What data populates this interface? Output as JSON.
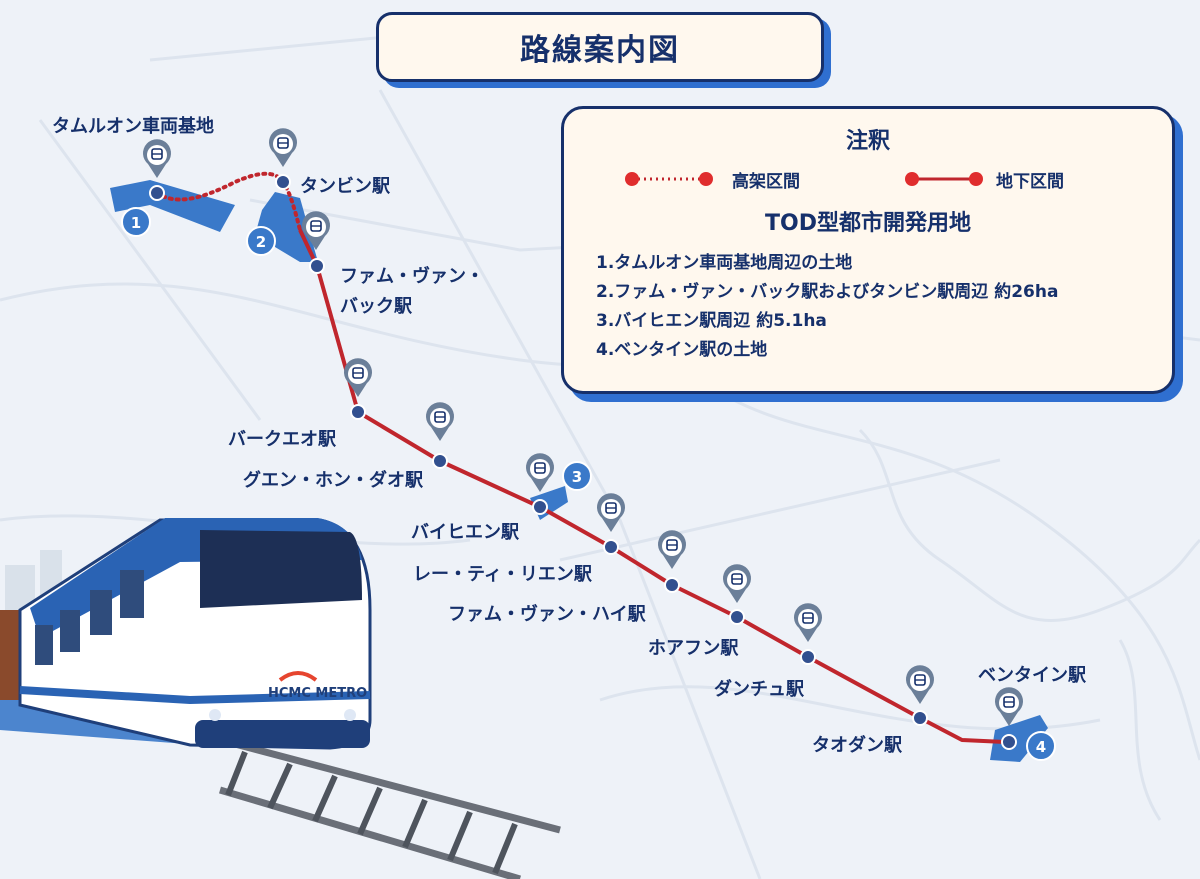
{
  "title": "路線案内図",
  "legend": {
    "heading": "注釈",
    "elevated_label": "高架区間",
    "underground_label": "地下区間",
    "tod_heading": "TOD型都市開発用地",
    "tod_items": [
      "1.タムルオン車両基地周辺の土地",
      "2.ファム・ヴァン・バック駅およびタンビン駅周辺 約26ha",
      "3.バイヒエン駅周辺 約5.1ha",
      "4.ベンタイン駅の土地"
    ]
  },
  "stations": [
    {
      "name": "タムルオン車両基地"
    },
    {
      "name": "タンビン駅"
    },
    {
      "name": "ファム・ヴァン・バック駅",
      "line1": "ファム・ヴァン・",
      "line2": "バック駅"
    },
    {
      "name": "バークエオ駅"
    },
    {
      "name": "グエン・ホン・ダオ駅"
    },
    {
      "name": "バイヒエン駅"
    },
    {
      "name": "レー・ティ・リエン駅"
    },
    {
      "name": "ファム・ヴァン・ハイ駅"
    },
    {
      "name": "ホアフン駅"
    },
    {
      "name": "ダンチュ駅"
    },
    {
      "name": "タオダン駅"
    },
    {
      "name": "ベンタイン駅"
    }
  ],
  "tod_markers": [
    "1",
    "2",
    "3",
    "4"
  ],
  "train": {
    "logo_text": "HCMC METRO"
  },
  "colors": {
    "navy": "#16306b",
    "line_red": "#c0262d",
    "accent_blue": "#2f6fd0",
    "tod_blue": "#3a79c9",
    "panel_bg": "#fff8ee"
  },
  "icons": {
    "station_pin": "metro-train-pin-icon",
    "station_dot": "station-dot-icon"
  }
}
